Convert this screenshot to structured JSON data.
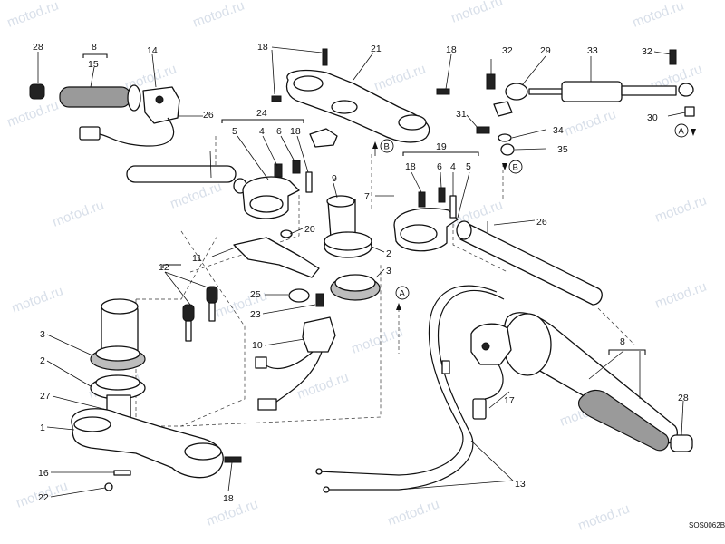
{
  "drawing_code": "SOS0062B",
  "watermark_text": "motod.ru",
  "callouts": {
    "c28a": "28",
    "c8a": "8",
    "c15": "15",
    "c14": "14",
    "c26a": "26",
    "c18a": "18",
    "c21": "21",
    "c18b": "18",
    "c32a": "32",
    "c29": "29",
    "c33": "33",
    "c32b": "32",
    "c30": "30",
    "c31": "31",
    "c34": "34",
    "c35": "35",
    "c24": "24",
    "c5a": "5",
    "c4a": "4",
    "c6a": "6",
    "c18c": "18",
    "c19": "19",
    "c18d": "18",
    "c6b": "6",
    "c4b": "4",
    "c5b": "5",
    "c9": "9",
    "c7": "7",
    "c20": "20",
    "c11": "11",
    "c2a": "2",
    "c3a": "3",
    "c26b": "26",
    "c12": "12",
    "c25": "25",
    "c23": "23",
    "c10": "10",
    "c3b": "3",
    "c2b": "2",
    "c27": "27",
    "c1": "1",
    "c16": "16",
    "c22": "22",
    "c18e": "18",
    "c8b": "8",
    "c28b": "28",
    "c17": "17",
    "c13": "13"
  },
  "reference_letters": {
    "ref_b1": "B",
    "ref_b2": "B",
    "ref_a1": "A",
    "ref_a2": "A"
  },
  "icons": {
    "reference_marker": "circle-letter-icon",
    "direction_arrow": "arrow-icon"
  },
  "colors": {
    "line": "#111111",
    "watermark": "#b9c6d8",
    "background": "#ffffff"
  }
}
